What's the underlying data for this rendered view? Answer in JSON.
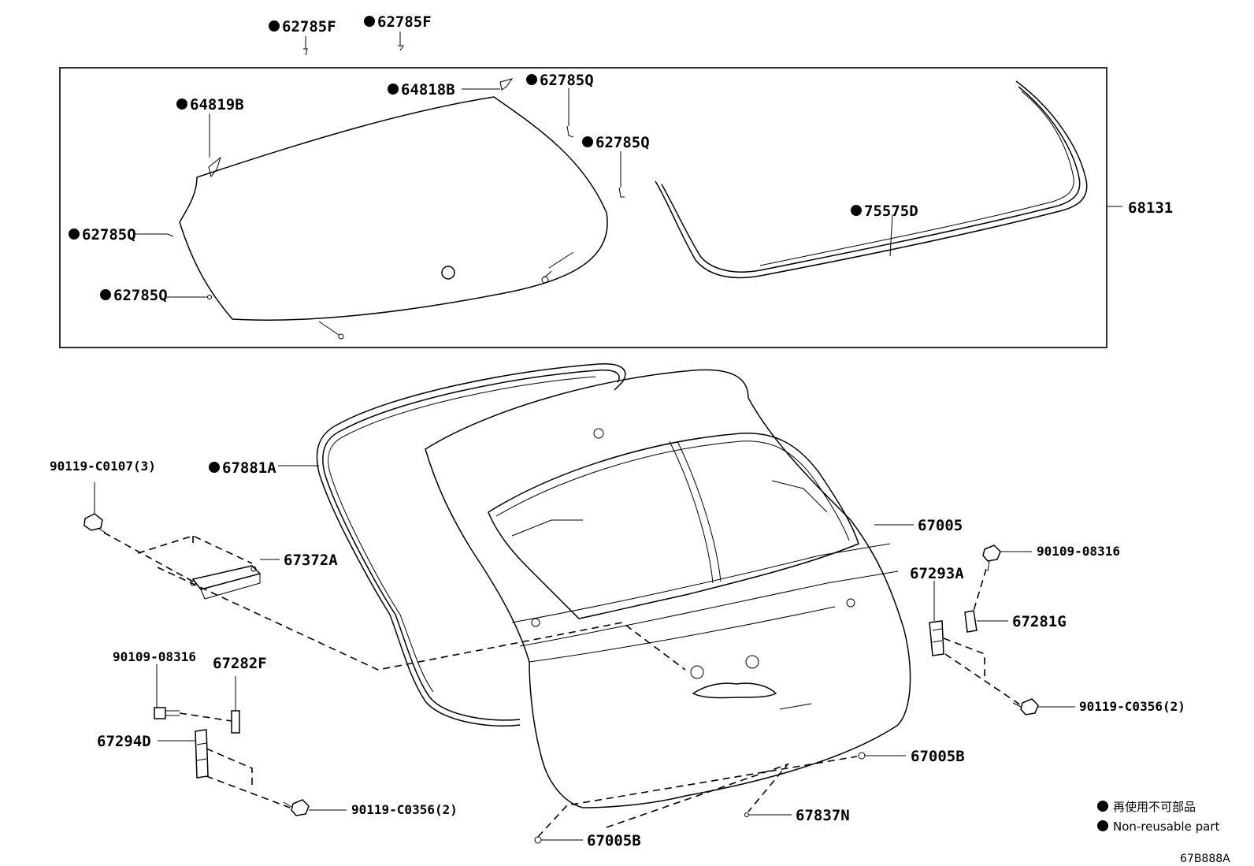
{
  "labels": {
    "p62785F_a": "62785F",
    "p62785F_b": "62785F",
    "p64818B": "64818B",
    "p62785Q_top": "62785Q",
    "p64819B": "64819B",
    "p62785Q_right": "62785Q",
    "p68131": "68131",
    "p75575D": "75575D",
    "p62785Q_left1": "62785Q",
    "p62785Q_left2": "62785Q",
    "p67881A": "67881A",
    "p90119_C0107": "90119-C0107(3)",
    "p67005": "67005",
    "p67372A": "67372A",
    "p90109_08316_r": "90109-08316",
    "p67293A": "67293A",
    "p67281G": "67281G",
    "p90109_08316_l": "90109-08316",
    "p67282F": "67282F",
    "p90119_C0356_r": "90119-C0356(2)",
    "p67294D": "67294D",
    "p67005B_r": "67005B",
    "p90119_C0356_l": "90119-C0356(2)",
    "p67837N": "67837N",
    "p67005B_b": "67005B"
  },
  "legend": {
    "jp": "再使用不可部品",
    "en": "Non-reusable part"
  },
  "diagram_code": "67B888A"
}
